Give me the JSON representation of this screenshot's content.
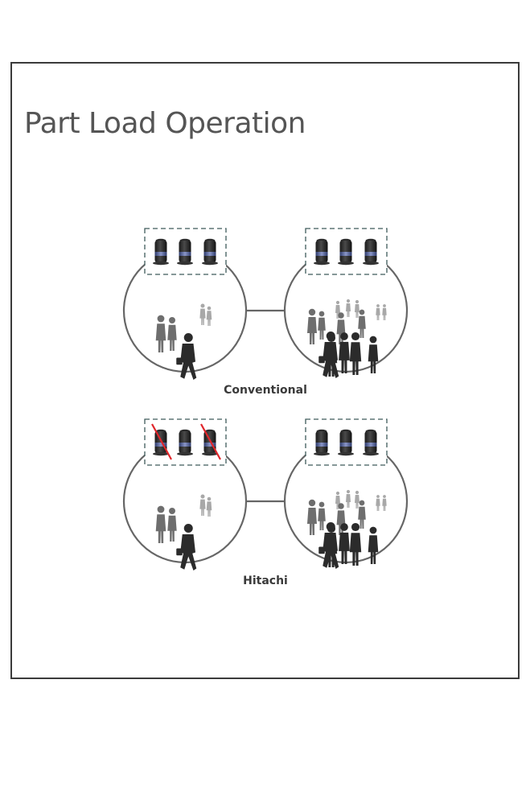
{
  "title": "Part Load Operation",
  "captions": {
    "conventional": "Conventional",
    "hitachi": "Hitachi"
  },
  "colors": {
    "frame": "#3b3b3b",
    "title": "#555555",
    "circle_stroke": "#666666",
    "dashed_box": "#3e5a5a",
    "strike": "#e0262b",
    "person_dark": "#2b2b2b",
    "person_mid": "#6e6e6e",
    "person_light": "#a8a8a8"
  },
  "icons": {
    "compressor": "compressor-icon",
    "disabled_mark": "red-strike-icon",
    "person": "person-silhouette-icon"
  },
  "rows": [
    {
      "name": "conventional",
      "low_load_units_active": [
        true,
        true,
        true
      ],
      "high_load_units_active": [
        true,
        true,
        true
      ]
    },
    {
      "name": "hitachi",
      "low_load_units_active": [
        false,
        true,
        false
      ],
      "high_load_units_active": [
        true,
        true,
        true
      ]
    }
  ]
}
